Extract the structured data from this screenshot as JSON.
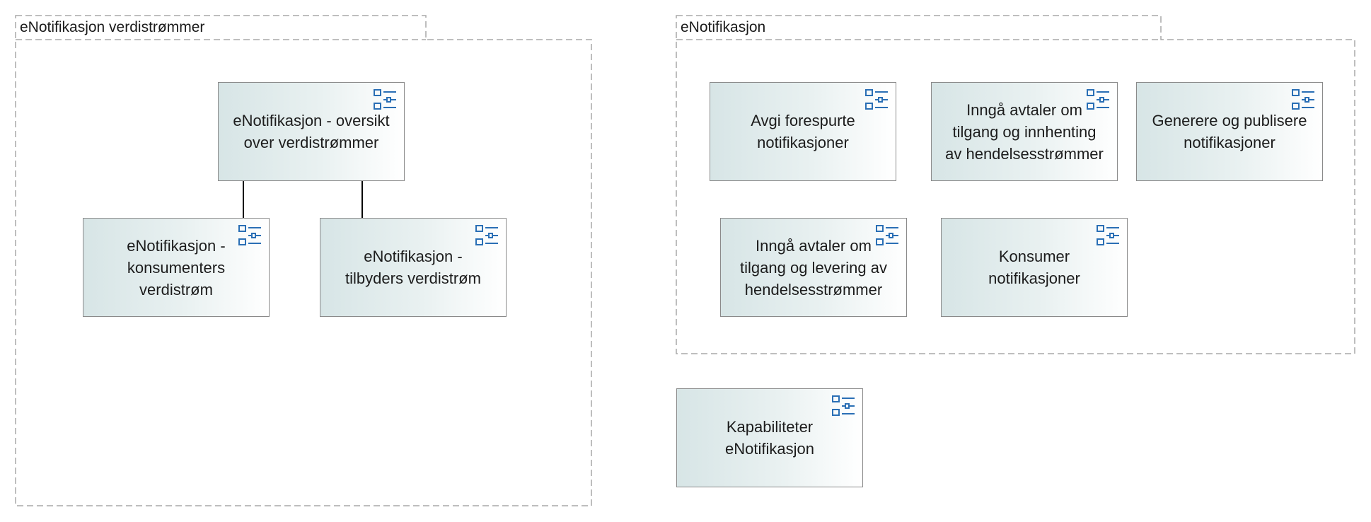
{
  "groups": {
    "verdistrommer": {
      "label": "eNotifikasjon verdistrømmer"
    },
    "enotifikasjon": {
      "label": "eNotifikasjon"
    }
  },
  "capabilities": {
    "oversikt": "eNotifikasjon - oversikt\nover verdistrømmer",
    "konsumenter": "eNotifikasjon -\nkonsumenters\nverdistrøm",
    "tilbyders": "eNotifikasjon -\ntilbyders verdistrøm",
    "avgi": "Avgi forespurte\nnotifikasjoner",
    "innhenting": "Inngå avtaler om\ntilgang og innhenting\nav hendelsesstrømmer",
    "generere": "Generere og publisere\nnotifikasjoner",
    "levering": "Inngå avtaler om\ntilgang og levering av\nhendelsesstrømmer",
    "konsumer": "Konsumer\nnotifikasjoner",
    "kapabiliteter": "Kapabiliteter\neNotifikasjon"
  },
  "colors": {
    "group_border": "#a9a9a9",
    "box_border": "#8a8a8a",
    "box_fill_start": "#d7e5e6",
    "icon": "#2a6fb5",
    "connector": "#000000"
  },
  "icon_name": "capability-icon"
}
